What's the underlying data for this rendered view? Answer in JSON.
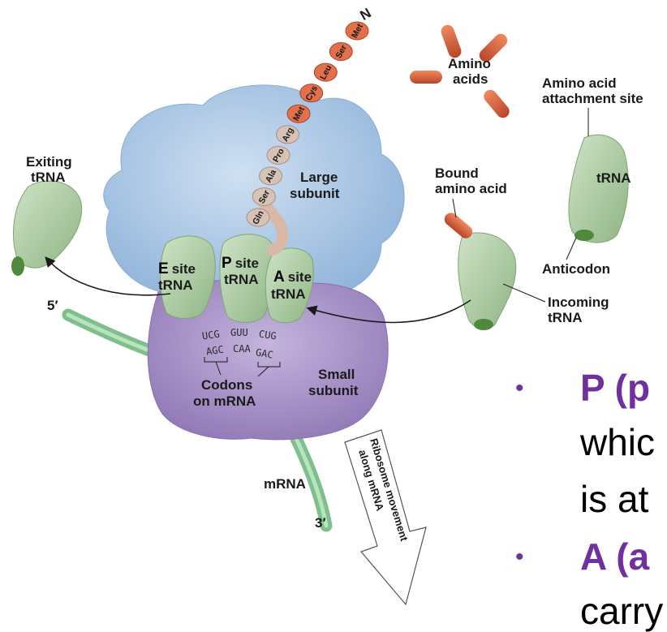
{
  "amino_chain": [
    "Met",
    "Ser",
    "Leu",
    "Cys",
    "Met",
    "Arg",
    "Pro",
    "Ala",
    "Ser",
    "Gln"
  ],
  "labels": {
    "n_terminus": "N",
    "amino_acids_line1": "Amino",
    "amino_acids_line2": "acids",
    "attach_line1": "Amino acid",
    "attach_line2": "attachment site",
    "trna_free": "tRNA",
    "anticodon": "Anticodon",
    "bound_line1": "Bound",
    "bound_line2": "amino acid",
    "incoming_line1": "Incoming",
    "incoming_line2": "tRNA",
    "exiting_line1": "Exiting",
    "exiting_line2": "tRNA",
    "large_line1": "Large",
    "large_line2": "subunit",
    "small_line1": "Small",
    "small_line2": "subunit",
    "e_site_letter": "E",
    "e_site_word": "site",
    "p_site_letter": "P",
    "p_site_word": "site",
    "a_site_letter": "A",
    "a_site_word": "site",
    "site_trna": "tRNA",
    "codons_line1": "Codons",
    "codons_line2": "on mRNA",
    "mrna": "mRNA",
    "five_prime": "5′",
    "three_prime": "3′",
    "movement_line1": "Ribosome movement",
    "movement_line2": "along mRNA"
  },
  "anticodons": [
    "UCG",
    "GUU",
    "CUG"
  ],
  "codons": [
    "AGC",
    "CAA",
    "GAC"
  ],
  "bullets": [
    {
      "bullet": "•",
      "term": "P (p",
      "text": ""
    },
    {
      "bullet": "",
      "term": "",
      "text": "whic"
    },
    {
      "bullet": "",
      "term": "",
      "text": "is at"
    },
    {
      "bullet": "•",
      "term": "A (a",
      "text": ""
    },
    {
      "bullet": "",
      "term": "",
      "text": "carry"
    }
  ],
  "colors": {
    "large_subunit": "#a9c6e4",
    "small_subunit": "#a996c4",
    "trna": "#a9c7a0",
    "trna_end": "#4f8a3c",
    "mrna": "#8fcf9a",
    "amino_acid": "#d9603a",
    "accent_purple": "#7030a0"
  }
}
